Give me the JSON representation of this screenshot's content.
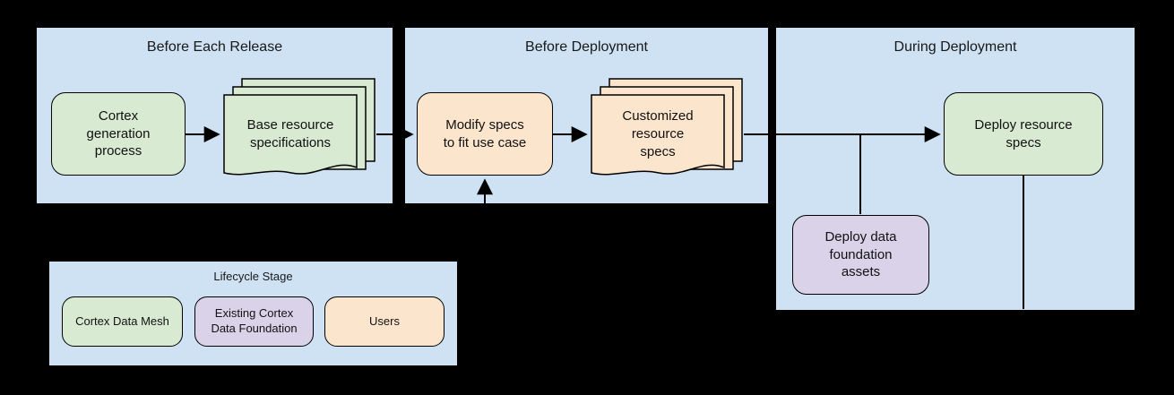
{
  "colors": {
    "background": "#000000",
    "panel_fill": "#cfe2f3",
    "stroke": "#000000",
    "cortex_data_mesh": "#d9ead3",
    "existing_cortex_data_foundation": "#d9d2e9",
    "users": "#fce5cd"
  },
  "panels": {
    "before_each_release": {
      "title": "Before Each Release"
    },
    "before_deployment": {
      "title": "Before Deployment"
    },
    "during_deployment": {
      "title": "During Deployment"
    }
  },
  "nodes": {
    "cortex_generation": {
      "label": "Cortex\ngeneration\nprocess",
      "color": "#d9ead3"
    },
    "base_specs": {
      "label": "Base resource\nspecifications",
      "color": "#d9ead3"
    },
    "modify_specs": {
      "label": "Modify specs\nto fit use case",
      "color": "#fce5cd"
    },
    "customized_specs": {
      "label": "Customized\nresource\nspecs",
      "color": "#fce5cd"
    },
    "deploy_specs": {
      "label": "Deploy resource\nspecs",
      "color": "#d9ead3"
    },
    "deploy_foundation": {
      "label": "Deploy data\nfoundation\nassets",
      "color": "#d9d2e9"
    }
  },
  "legend": {
    "title": "Lifecycle Stage",
    "items": [
      {
        "label": "Cortex Data Mesh",
        "color": "#d9ead3"
      },
      {
        "label": "Existing Cortex\nData Foundation",
        "color": "#d9d2e9"
      },
      {
        "label": "Users",
        "color": "#fce5cd"
      }
    ]
  }
}
